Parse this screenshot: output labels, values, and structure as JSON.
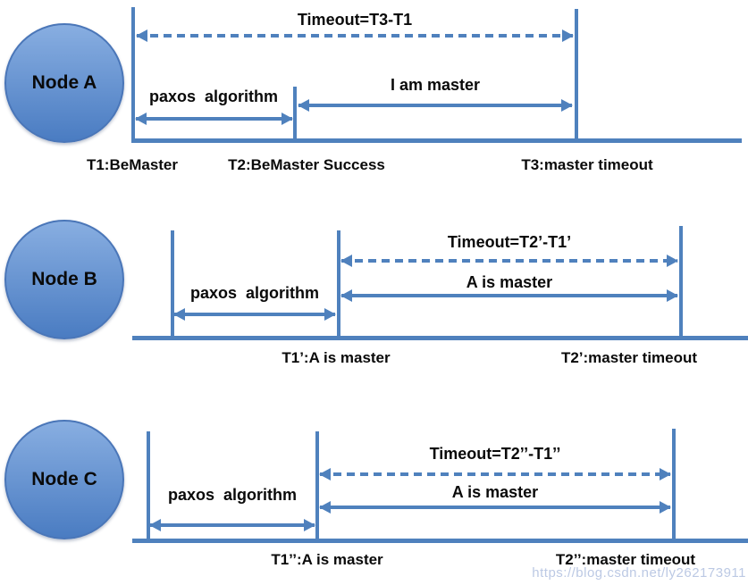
{
  "colors": {
    "line": "#4f81bd",
    "node_fill_top": "#88aee1",
    "node_fill_bottom": "#4a7cc2",
    "node_border": "#4a76b8",
    "text": "#0a0a0a",
    "watermark": "#bcc9e4"
  },
  "sections": [
    {
      "node_label": "Node A",
      "timeout_label": "Timeout=T3-T1",
      "paxos_label": "paxos  algorithm",
      "master_label": "I am master",
      "tick_labels": [
        "T1:BeMaster",
        "T2:BeMaster Success",
        "T3:master timeout"
      ]
    },
    {
      "node_label": "Node B",
      "timeout_label": "Timeout=T2’-T1’",
      "paxos_label": "paxos  algorithm",
      "master_label": "A is master",
      "tick_labels": [
        "T1’:A is master",
        "T2’:master timeout"
      ]
    },
    {
      "node_label": "Node C",
      "timeout_label": "Timeout=T2’’-T1’’",
      "paxos_label": "paxos  algorithm",
      "master_label": "A is master",
      "tick_labels": [
        "T1’’:A is master",
        "T2’’:master timeout"
      ]
    }
  ],
  "watermark": "https://blog.csdn.net/ly262173911"
}
